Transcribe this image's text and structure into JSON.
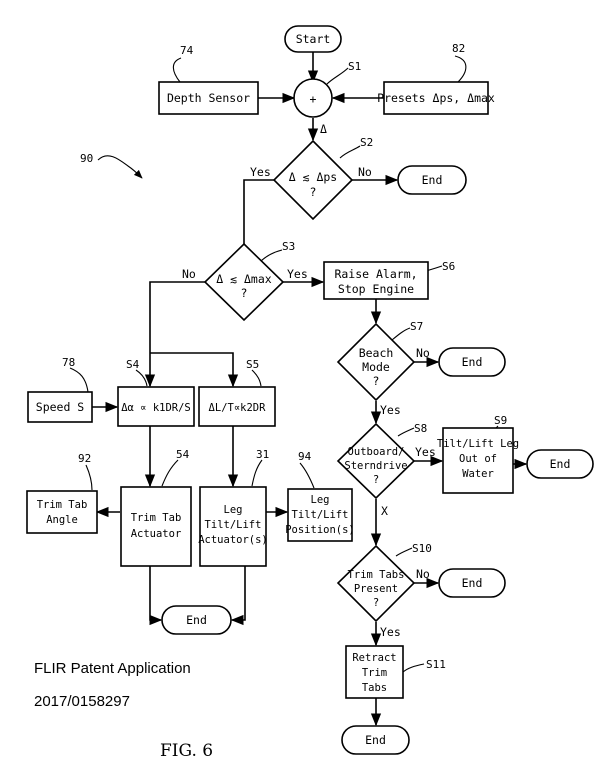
{
  "nodes": {
    "start": "Start",
    "depth_sensor": "Depth Sensor",
    "sum": "+",
    "presets": "Presets Δps, Δmax",
    "delta": "Δ",
    "s2_line1": "Δ ≲ Δps",
    "s2_line2": "?",
    "end_s2": "End",
    "s3_line1": "Δ ≲ Δmax",
    "s3_line2": "?",
    "alarm_line1": "Raise Alarm,",
    "alarm_line2": "Stop Engine",
    "beach_line1": "Beach",
    "beach_line2": "Mode",
    "beach_line3": "?",
    "end_s7": "End",
    "outboard_line1": "Outboard/",
    "outboard_line2": "Sterndrive",
    "outboard_line3": "?",
    "tilt_line1": "Tilt/Lift Leg",
    "tilt_line2": "Out of",
    "tilt_line3": "Water",
    "end_s9": "End",
    "speed": "Speed S",
    "s4_formula": "Δα ∝ k1DR/S",
    "s5_formula": "ΔL/T∝k2DR",
    "trim_angle_line1": "Trim Tab",
    "trim_angle_line2": "Angle",
    "trim_act_line1": "Trim Tab",
    "trim_act_line2": "Actuator",
    "leg_act_line1": "Leg",
    "leg_act_line2": "Tilt/Lift",
    "leg_act_line3": "Actuator(s)",
    "leg_pos_line1": "Leg",
    "leg_pos_line2": "Tilt/Lift",
    "leg_pos_line3": "Position(s)",
    "end_bottom_left": "End",
    "trim_present_line1": "Trim Tabs",
    "trim_present_line2": "Present",
    "trim_present_line3": "?",
    "end_s10": "End",
    "retract_line1": "Retract",
    "retract_line2": "Trim",
    "retract_line3": "Tabs",
    "end_final": "End"
  },
  "edges": {
    "yes_s2": "Yes",
    "no_s2": "No",
    "no_s3": "No",
    "yes_s3": "Yes",
    "no_s7": "No",
    "yes_s7": "Yes",
    "yes_s8": "Yes",
    "x_s8": "X",
    "no_s10": "No",
    "yes_s10": "Yes"
  },
  "refs": {
    "r74": "74",
    "r82": "82",
    "r90": "90",
    "s1": "S1",
    "s2": "S2",
    "s3": "S3",
    "s4": "S4",
    "s5": "S5",
    "s6": "S6",
    "s7": "S7",
    "s8": "S8",
    "s9": "S9",
    "s10": "S10",
    "s11": "S11",
    "r78": "78",
    "r92": "92",
    "r54": "54",
    "r31": "31",
    "r94": "94"
  },
  "caption": {
    "line1": "FLIR Patent Application",
    "line2": "2017/0158297",
    "figure": "FIG. 6"
  }
}
